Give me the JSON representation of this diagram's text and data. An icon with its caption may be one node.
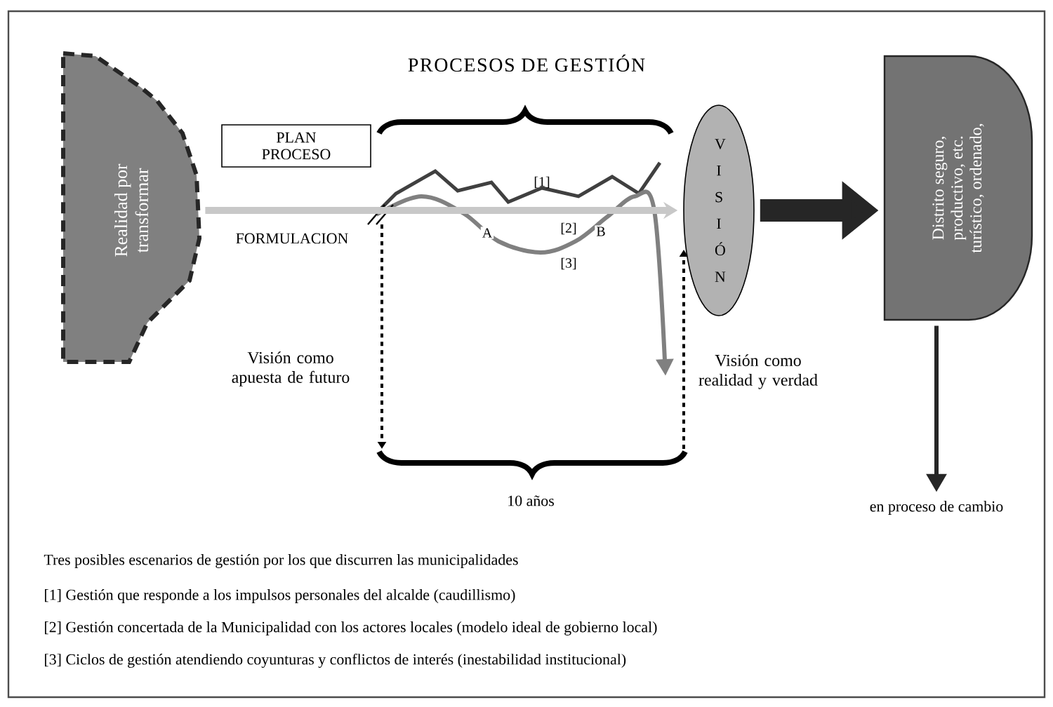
{
  "diagram": {
    "nodes": [
      {
        "text": [
          "Realidad por transformar"
        ]
      },
      {
        "text": [
          "PLAN PROCESO"
        ]
      },
      {
        "text": [
          "V I S I Ó N"
        ]
      },
      {
        "text": [
          "Distrito seguro, productivo, etc. turístico, ordenado,"
        ]
      },
      {
        "text": [
          "en proceso de cambio"
        ]
      }
    ],
    "edges": [
      {
        "from": 0,
        "to": 2,
        "arrow": "to",
        "color": "#c8c8c8"
      },
      {
        "from": 2,
        "to": 3,
        "arrow": "to",
        "style": "thick"
      },
      {
        "from": 3,
        "to": 4,
        "arrow": "to"
      }
    ],
    "labels": [
      "PROCESOS DE GESTIÓN",
      "FORMULACION",
      "[1]",
      "A",
      "[2]",
      "B",
      "[3]",
      "Visión como apuesta de futuro",
      "Visión como realidad y verdad",
      "10 años",
      "Tres posibles escenarios de gestión por los que discurren las municipalidades",
      "[1] Gestión que responde a los impulsos personales del alcalde (caudillismo)",
      "[2] Gestión concertada de la Municipalidad con los actores locales (modelo ideal de gobierno local)",
      "[3] Ciclos de gestión atendiendo coyunturas y conflictos de interés (inestabilidad institucional)"
    ]
  }
}
